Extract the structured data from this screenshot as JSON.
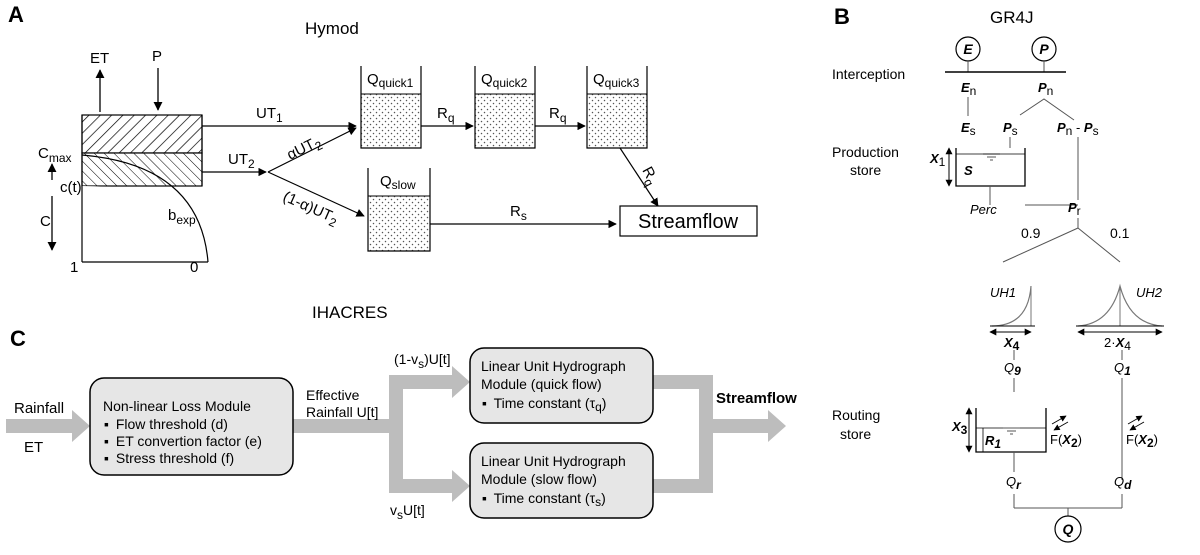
{
  "panels": {
    "a": {
      "letter": "A",
      "title": "Hymod",
      "et": "ET",
      "p": "P",
      "cmax": "C",
      "cmax_sub": "max",
      "ct": "c(t)",
      "c": "C",
      "bexp": "b",
      "bexp_sub": "exp",
      "axis_one": "1",
      "axis_zero": "0",
      "ut1": "UT",
      "ut1_sub": "1",
      "ut2": "UT",
      "ut2_sub": "2",
      "alpha_ut2": "αUT",
      "alpha_ut2_sub": "2",
      "one_minus_alpha_ut2": "(1-α)UT",
      "one_minus_alpha_ut2_sub": "2",
      "qquick1": "Q",
      "qquick1_sub": "quick1",
      "qquick2": "Q",
      "qquick2_sub": "quick2",
      "qquick3": "Q",
      "qquick3_sub": "quick3",
      "qslow": "Q",
      "qslow_sub": "slow",
      "rq_1": "R",
      "rq_1_sub": "q",
      "rq_2": "R",
      "rq_2_sub": "q",
      "rq_3": "R",
      "rq_3_sub": "q",
      "rs": "R",
      "rs_sub": "s",
      "streamflow": "Streamflow"
    },
    "b": {
      "letter": "B",
      "title": "GR4J",
      "interception": "Interception",
      "production_line1": "Production",
      "production_line2": "store",
      "routing_line1": "Routing",
      "routing_line2": "store",
      "e_circle": "E",
      "p_circle": "P",
      "en": "E",
      "en_sub": "n",
      "pn": "P",
      "pn_sub": "n",
      "es": "E",
      "es_sub": "s",
      "ps": "P",
      "ps_sub": "s",
      "pn_minus_ps_a": "P",
      "pn_minus_ps_a_sub": "n",
      "pn_minus_ps_mid": " - ",
      "pn_minus_ps_b": "P",
      "pn_minus_ps_b_sub": "s",
      "x1": "X",
      "x1_sub": "1",
      "s_store": "S",
      "perc": "Perc",
      "pr": "P",
      "pr_sub": "r",
      "split_left": "0.9",
      "split_right": "0.1",
      "uh1": "UH1",
      "uh2": "UH2",
      "x4": "X",
      "x4_sub": "4",
      "two_x4_prefix": "2·",
      "two_x4": "X",
      "two_x4_sub": "4",
      "q9": "Q",
      "q9_sub": "9",
      "q1": "Q",
      "q1_sub": "1",
      "x3": "X",
      "x3_sub": "3",
      "r1": "R",
      "r1_sub": "1",
      "fx2_left_pre": "F(",
      "fx2_left": "X",
      "fx2_left_sub": "2",
      "fx2_left_post": ")",
      "fx2_right_pre": "F(",
      "fx2_right": "X",
      "fx2_right_sub": "2",
      "fx2_right_post": ")",
      "qr": "Q",
      "qr_sub": "r",
      "qd": "Q",
      "qd_sub": "d",
      "q_out": "Q"
    },
    "c": {
      "letter": "C",
      "title": "IHACRES",
      "rainfall": "Rainfall",
      "et": "ET",
      "loss_title": "Non-linear  Loss Module",
      "loss_items": [
        "Flow threshold  (d)",
        "ET convertion factor (e)",
        "Stress threshold  (f)"
      ],
      "effective_line1": "Effective",
      "effective_line2": "Rainfall U[t]",
      "quick_label_pre": "(1-v",
      "quick_label_sub": "s",
      "quick_label_post": ")U[t]",
      "slow_label_pre": "v",
      "slow_label_sub": "s",
      "slow_label_post": "U[t]",
      "quick_title1": "Linear Unit Hydrograph",
      "quick_title2": "Module (quick flow)",
      "quick_item_pre": "Time constant  (τ",
      "quick_item_sub": "q",
      "quick_item_post": ")",
      "slow_title1": "Linear Unit Hydrograph",
      "slow_title2": "Module (slow flow)",
      "slow_item_pre": "Time constant  (τ",
      "slow_item_sub": "s",
      "slow_item_post": ")",
      "streamflow": "Streamflow"
    }
  },
  "colors": {
    "line": "#000000",
    "box_fill": "#e6e6e6",
    "flow_arrow": "#bdbdbd",
    "curve_gray": "#666666"
  }
}
